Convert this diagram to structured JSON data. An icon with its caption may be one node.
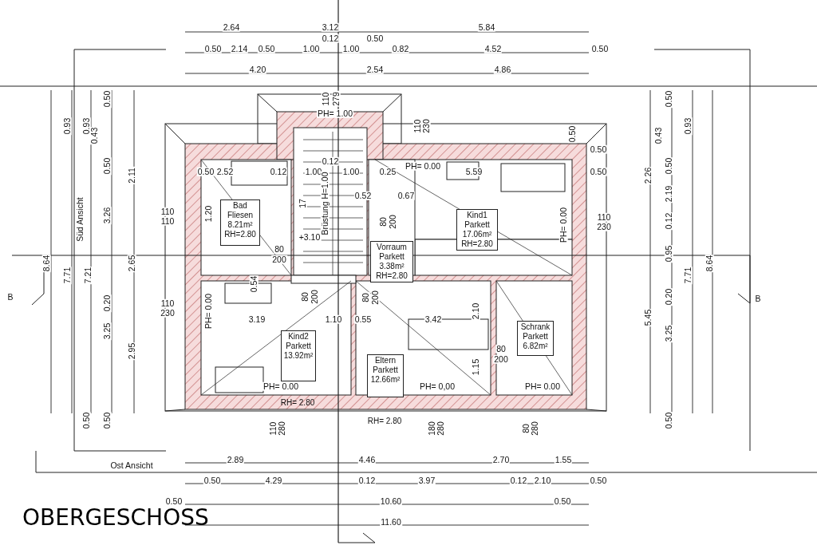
{
  "diagram": {
    "title": "OBERGESCHOSS",
    "nodes": [
      {
        "text": [
          "Bad Fliesen 8.21m² RH=2.80"
        ]
      },
      {
        "text": [
          "Kind1 Parkett 17.06m² RH=2.80"
        ]
      },
      {
        "text": [
          "Vorraum Parkett 3.38m² RH=2.80"
        ]
      },
      {
        "text": [
          "Kind2 Parkett 13.92m²"
        ],
        "beside": [
          "RH= 2.80"
        ]
      },
      {
        "text": [
          "Eltern Parkett 12.66m²"
        ],
        "beside": [
          "RH= 2.80"
        ]
      },
      {
        "text": [
          "Schrank Parkett 6.82m²"
        ]
      }
    ],
    "labels": [
      "2.64",
      "3.12",
      "5.84",
      "0.12",
      "0.50",
      "0.50",
      "2.14",
      "0.50",
      "1.00",
      "1.00",
      "0.82",
      "4.52",
      "0.50",
      "4.20",
      "2.54",
      "4.86",
      "0.50",
      "110",
      "279",
      "0.93",
      "0.93",
      "0.43",
      "PH= 1.00",
      "110",
      "230",
      "0.50",
      "0.50",
      "0.50",
      "2.52",
      "0.12",
      "1.00",
      "0.12",
      "1.00",
      "0.25",
      "PH= 0.00",
      "5.59",
      "0.50",
      "0.50",
      "2.11",
      "2.26",
      "0.50",
      "0.43",
      "0.93",
      "0.50",
      "2.19",
      "0.52",
      "0.67",
      "17",
      "Brüstung H=1.00",
      "1.20",
      "110",
      "110",
      "3.26",
      "Süd Ansicht",
      "110",
      "230",
      "0.12",
      "PH= 0.00",
      "80",
      "200",
      "+3.10",
      "80",
      "200",
      "0.95",
      "8.64",
      "7.71",
      "7.21",
      "2.65",
      "8.64",
      "7.71",
      "0.54",
      "0.20",
      "0.20",
      "B",
      "B",
      "80",
      "200",
      "80",
      "200",
      "110",
      "230",
      "PH= 0.00",
      "3.19",
      "1.10",
      "0.55",
      "3.42",
      "2.10",
      "5.45",
      "3.25",
      "3.25",
      "80",
      "200",
      "2.95",
      "1.15",
      "PH= 0.00",
      "PH= 0,00",
      "PH= 0.00",
      "0.50",
      "0.50",
      "0.50",
      "110",
      "280",
      "180",
      "280",
      "80",
      "280",
      "Ost Ansicht",
      "2.89",
      "4.46",
      "2.70",
      "1.55",
      "0.50",
      "4.29",
      "0.12",
      "3.97",
      "0.12",
      "2.10",
      "0.50",
      "0.50",
      "10.60",
      "0.50",
      "11.60"
    ]
  }
}
